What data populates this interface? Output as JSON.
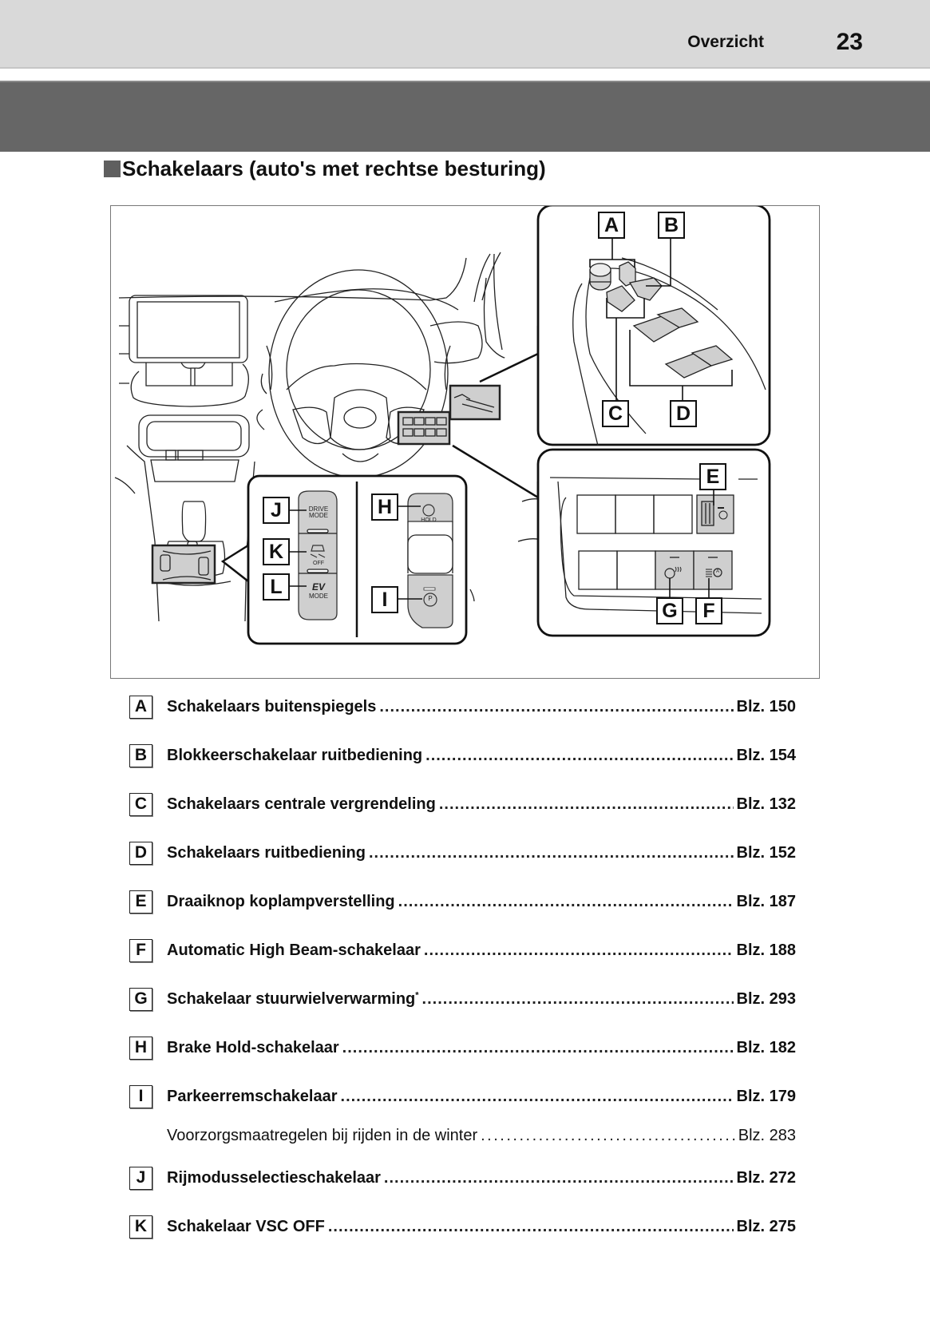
{
  "header": {
    "section_name": "Overzicht",
    "page_number": "23"
  },
  "section": {
    "title": "Schakelaars (auto's met rechtse besturing)"
  },
  "figure": {
    "callouts": [
      "A",
      "B",
      "C",
      "D",
      "E",
      "F",
      "G",
      "H",
      "I",
      "J",
      "K",
      "L"
    ],
    "button_labels": {
      "drive_mode": "DRIVE\nMODE",
      "vsc_off": "OFF",
      "ev_mode_logo": "EV",
      "ev_mode": "MODE",
      "hold": "HOLD",
      "parking": "P",
      "auto_beam": "A"
    }
  },
  "index": [
    {
      "letter": "A",
      "label": "Schakelaars buitenspiegels",
      "page": "Blz. 150",
      "bold": true
    },
    {
      "letter": "B",
      "label": "Blokkeerschakelaar ruitbediening",
      "page": "Blz. 154",
      "bold": true
    },
    {
      "letter": "C",
      "label": "Schakelaars centrale vergrendeling",
      "page": "Blz. 132",
      "bold": true
    },
    {
      "letter": "D",
      "label": "Schakelaars ruitbediening",
      "page": "Blz. 152",
      "bold": true
    },
    {
      "letter": "E",
      "label": "Draaiknop koplampverstelling",
      "page": "Blz. 187",
      "bold": true
    },
    {
      "letter": "F",
      "label": "Automatic High Beam-schakelaar",
      "page": "Blz. 188",
      "bold": true
    },
    {
      "letter": "G",
      "label": "Schakelaar stuurwielverwarming",
      "footnote": "*",
      "page": "Blz. 293",
      "bold": true
    },
    {
      "letter": "H",
      "label": "Brake Hold-schakelaar",
      "page": "Blz. 182",
      "bold": true
    },
    {
      "letter": "I",
      "label": "Parkeerremschakelaar",
      "page": "Blz. 179",
      "bold": true
    },
    {
      "letter": "",
      "label": "Voorzorgsmaatregelen bij rijden in de winter",
      "page": "Blz. 283",
      "bold": false
    },
    {
      "letter": "J",
      "label": "Rijmodusselectieschakelaar",
      "page": "Blz. 272",
      "bold": true
    },
    {
      "letter": "K",
      "label": "Schakelaar VSC OFF",
      "page": "Blz. 275",
      "bold": true
    }
  ]
}
